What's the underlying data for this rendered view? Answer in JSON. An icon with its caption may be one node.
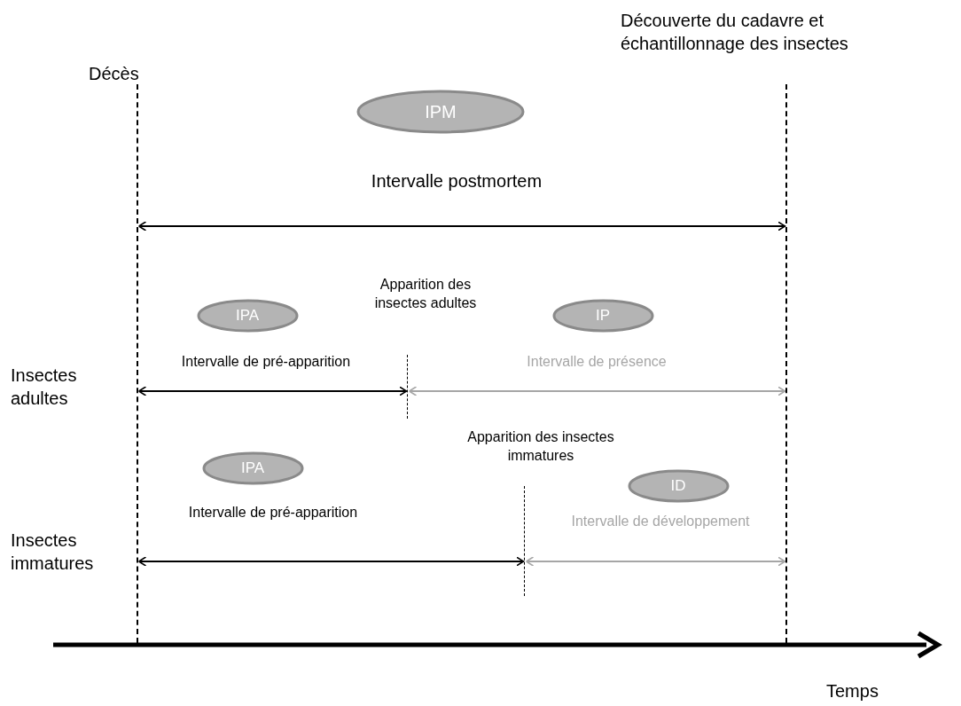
{
  "diagram": {
    "nodes": [
      {
        "text": [],
        "shape": "line"
      },
      {
        "text": [],
        "shape": "line"
      },
      {
        "text": [
          "IPM"
        ],
        "beside": [
          "Intervalle postmortem"
        ]
      },
      {
        "text": [
          "IPA"
        ],
        "beside": [
          "Intervalle de pré-apparition"
        ]
      },
      {
        "text": [
          "IP"
        ],
        "beside": [
          "Intervalle de présence"
        ]
      },
      {
        "text": [],
        "shape": "line"
      },
      {
        "text": [
          "IPA"
        ],
        "beside": [
          "Intervalle de pré-apparition"
        ]
      },
      {
        "text": [
          "ID"
        ],
        "beside": [
          "Intervalle de développement"
        ]
      },
      {
        "text": [],
        "shape": "line"
      }
    ],
    "edges": [
      {
        "from": 0,
        "to": 1,
        "arrow": "both"
      },
      {
        "from": 0,
        "to": 5,
        "arrow": "both"
      },
      {
        "from": 5,
        "to": 1,
        "arrow": "both",
        "color": "#a6a6a6"
      },
      {
        "from": 0,
        "to": 8,
        "arrow": "both"
      },
      {
        "from": 8,
        "to": 1,
        "arrow": "both",
        "color": "#a6a6a6"
      }
    ],
    "labels": [
      "Décès",
      "Découverte du cadavre et échantillonnage des insectes",
      "Apparition des insectes adultes",
      "Insectes adultes",
      "Apparition des insectes immatures",
      "Insectes immatures",
      "Temps"
    ]
  }
}
